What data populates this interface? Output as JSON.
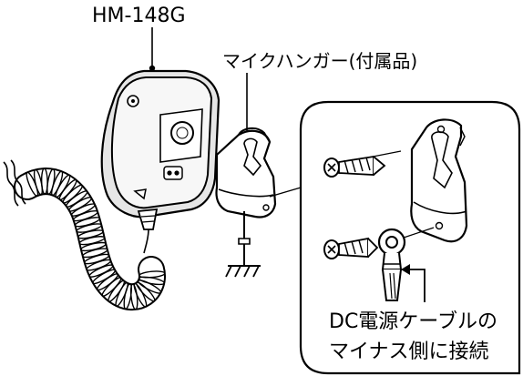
{
  "labels": {
    "mic_model": "HM-148G",
    "hanger": "マイクハンガー(付属品)",
    "connection_line1": "DC電源ケーブルの",
    "connection_line2": "マイナス側に接続"
  },
  "colors": {
    "stroke": "#000000",
    "mic_body": "#f4f4f4",
    "mic_face": "#ffffff",
    "shadow": "#d9d9d9",
    "background": "#ffffff"
  }
}
